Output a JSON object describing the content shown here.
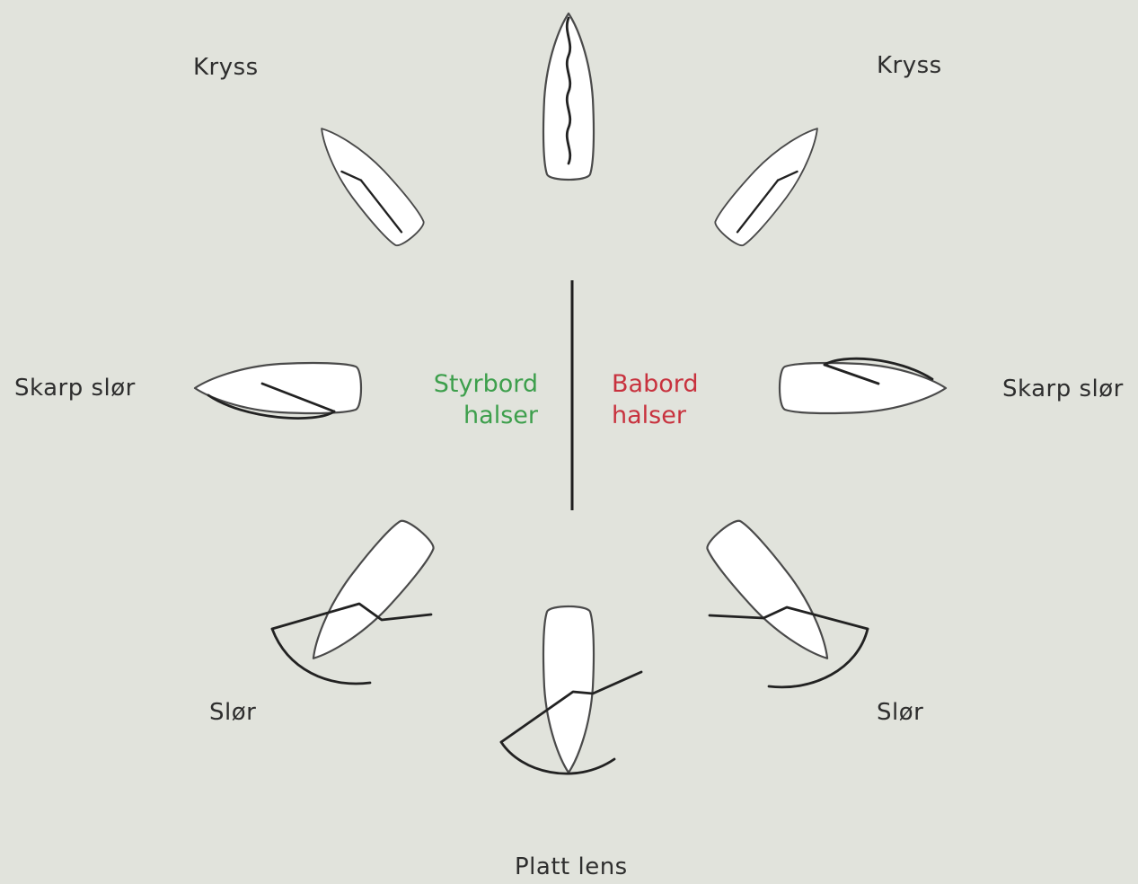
{
  "points_of_sail": {
    "close_hauled_left": "Kryss",
    "close_hauled_right": "Kryss",
    "beam_reach_left": "Skarp slør",
    "beam_reach_right": "Skarp slør",
    "broad_reach_left": "Slør",
    "broad_reach_right": "Slør",
    "run": "Platt lens"
  },
  "center": {
    "starboard_tack": "Styrbord\nhalser",
    "port_tack": "Babord\nhalser",
    "starboard_color": "#3d9f4c",
    "port_color": "#c8323e"
  }
}
